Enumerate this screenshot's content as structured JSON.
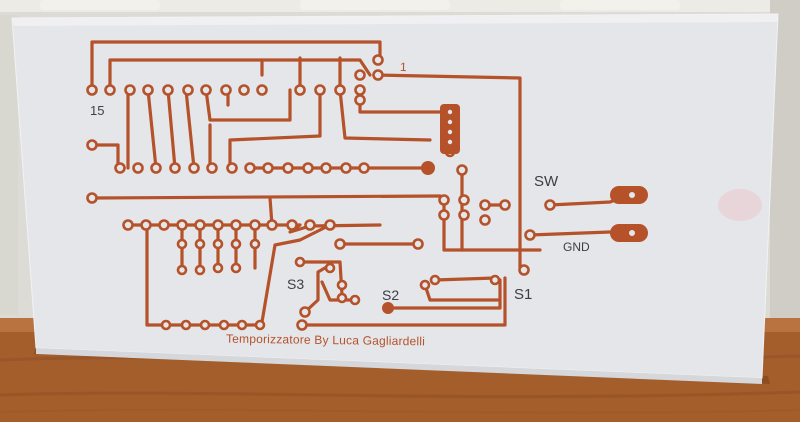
{
  "pcb": {
    "pin_top_right": "1",
    "pin_top_left": "15",
    "label_sw": "SW",
    "label_gnd": "GND",
    "label_s1": "S1",
    "label_s2": "S2",
    "label_s3": "S3",
    "credit": "Temporizzatore By Luca Gagliardelli"
  },
  "colors": {
    "copper": "#b5522a",
    "copper_dark": "#8f3c1c",
    "board": "#e6e7ea",
    "wood": "#a8632f",
    "keyboard": "#e3e2dc"
  }
}
